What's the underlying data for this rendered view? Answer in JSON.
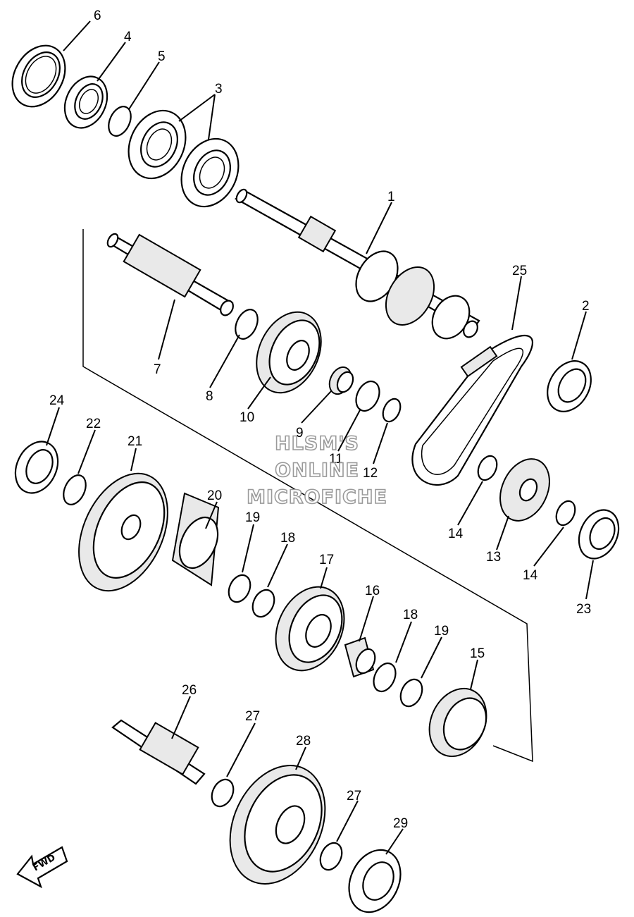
{
  "watermark": {
    "line1": "HLSM'S",
    "line2": "ONLINE",
    "line3": "MICROFICHE"
  },
  "direction_label": "FWD",
  "callouts": [
    {
      "id": "1",
      "label": "1"
    },
    {
      "id": "2",
      "label": "2"
    },
    {
      "id": "3",
      "label": "3"
    },
    {
      "id": "4",
      "label": "4"
    },
    {
      "id": "5",
      "label": "5"
    },
    {
      "id": "6",
      "label": "6"
    },
    {
      "id": "7",
      "label": "7"
    },
    {
      "id": "8",
      "label": "8"
    },
    {
      "id": "9",
      "label": "9"
    },
    {
      "id": "10",
      "label": "10"
    },
    {
      "id": "11",
      "label": "11"
    },
    {
      "id": "12",
      "label": "12"
    },
    {
      "id": "13",
      "label": "13"
    },
    {
      "id": "14a",
      "label": "14"
    },
    {
      "id": "14b",
      "label": "14"
    },
    {
      "id": "15",
      "label": "15"
    },
    {
      "id": "16",
      "label": "16"
    },
    {
      "id": "17",
      "label": "17"
    },
    {
      "id": "18a",
      "label": "18"
    },
    {
      "id": "18b",
      "label": "18"
    },
    {
      "id": "19a",
      "label": "19"
    },
    {
      "id": "19b",
      "label": "19"
    },
    {
      "id": "20",
      "label": "20"
    },
    {
      "id": "21",
      "label": "21"
    },
    {
      "id": "22",
      "label": "22"
    },
    {
      "id": "23",
      "label": "23"
    },
    {
      "id": "24",
      "label": "24"
    },
    {
      "id": "25",
      "label": "25"
    },
    {
      "id": "26",
      "label": "26"
    },
    {
      "id": "27a",
      "label": "27"
    },
    {
      "id": "27b",
      "label": "27"
    },
    {
      "id": "28",
      "label": "28"
    },
    {
      "id": "29",
      "label": "29"
    }
  ]
}
